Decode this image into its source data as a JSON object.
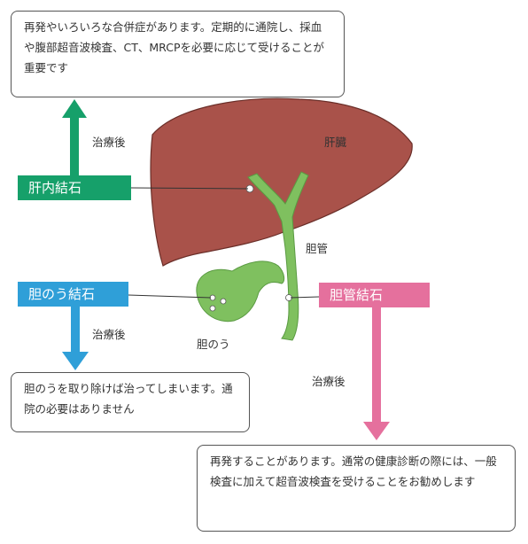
{
  "boxes": {
    "intrahepatic_note": "再発やいろいろな合併症があります。定期的に通院し、採血や腹部超音波検査、CT、MRCPを必要に応じて受けることが重要です",
    "gallbladder_note": "胆のうを取り除けば治ってしまいます。通院の必要はありません",
    "bileduct_note": "再発することがあります。通常の健康診断の際には、一般検査に加えて超音波検査を受けることをお勧めします"
  },
  "labels": {
    "intrahepatic": "肝内結石",
    "gallbladder": "胆のう結石",
    "bileduct": "胆管結石"
  },
  "after_treatment": "治療後",
  "organs": {
    "liver": "肝臓",
    "bile_duct": "胆管",
    "gallbladder": "胆のう"
  },
  "colors": {
    "green": "#16a06a",
    "blue": "#2f9fd8",
    "pink": "#e5709d",
    "liver": "#a9524a",
    "duct": "#7fc05f"
  }
}
